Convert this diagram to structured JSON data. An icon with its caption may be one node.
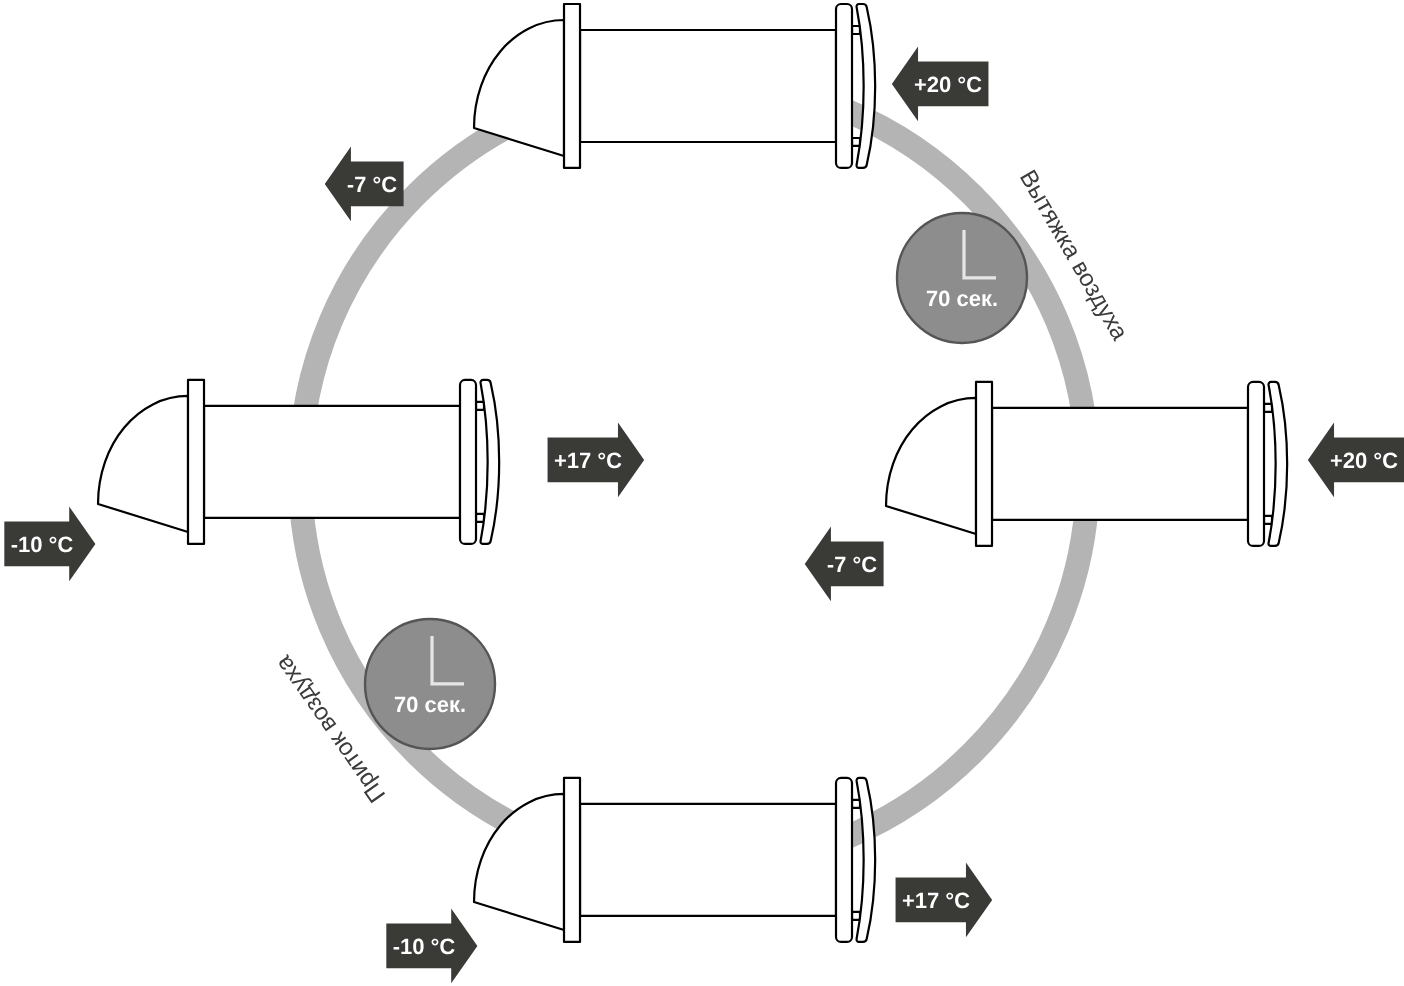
{
  "diagram": {
    "nodes": [
      {
        "text": [],
        "shape": "picture"
      },
      {
        "text": [
          "+20 °C"
        ]
      },
      {
        "text": [
          "-7 °C"
        ]
      },
      {
        "text": [
          "70 сек."
        ]
      },
      {
        "text": [],
        "shape": "picture"
      },
      {
        "text": [
          "+17 °C"
        ]
      },
      {
        "text": [],
        "shape": "picture"
      },
      {
        "text": [
          "+20 °C"
        ]
      },
      {
        "text": [
          "-10 °C"
        ]
      },
      {
        "text": [
          "-7 °C"
        ]
      },
      {
        "text": [
          "70 сек."
        ]
      },
      {
        "text": [],
        "shape": "picture"
      },
      {
        "text": [
          "+17 °C"
        ]
      },
      {
        "text": [
          "-10 °C"
        ]
      }
    ],
    "labels": [
      "Вытяжка воздуха",
      "Приток воздуха"
    ]
  }
}
